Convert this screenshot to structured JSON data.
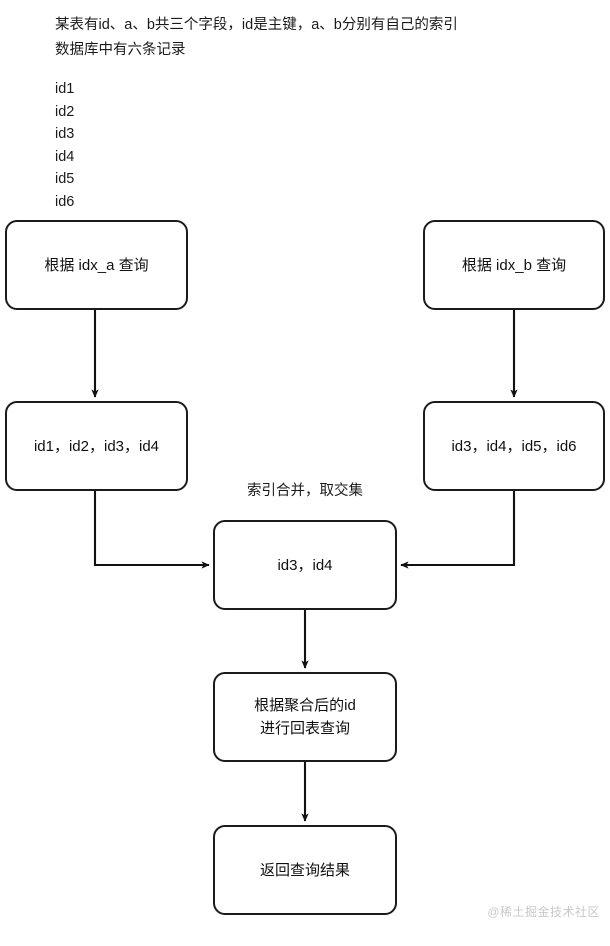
{
  "notes": {
    "header": "某表有id、a、b共三个字段，id是主键，a、b分别有自己的索引\n数据库中有六条记录",
    "id_rows": [
      "id1",
      "id2",
      "id3",
      "id4",
      "id5",
      "id6"
    ]
  },
  "nodes": {
    "query_a": "根据 idx_a 查询",
    "query_b": "根据 idx_b 查询",
    "result_a": "id1，id2，id3，id4",
    "result_b": "id3，id4，id5，id6",
    "intersect": "id3，id4",
    "lookup": "根据聚合后的id\n进行回表查询",
    "return": "返回查询结果"
  },
  "labels": {
    "merge": "索引合并，取交集"
  },
  "watermark": "@稀土掘金技术社区",
  "colors": {
    "stroke": "#1b1b1b",
    "text": "#101010",
    "background": "#ffffff",
    "watermark": "#c9c9c9"
  }
}
